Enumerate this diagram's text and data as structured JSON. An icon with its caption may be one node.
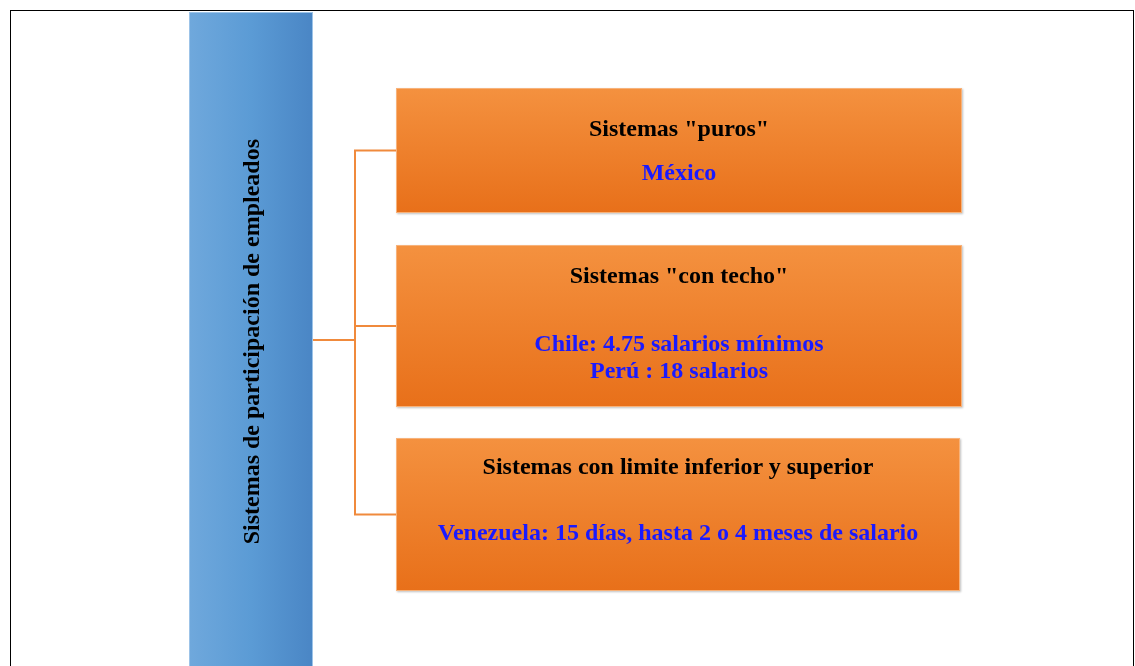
{
  "diagram": {
    "nodes": [
      {
        "text": [
          "Sistemas de participación de empleados"
        ]
      },
      {
        "text": [
          "Sistemas \"puros\"",
          "México"
        ]
      },
      {
        "text": [
          "Sistemas \"con techo\"",
          "Chile: 4.75 salarios mínimos",
          "Perú : 18 salarios"
        ]
      },
      {
        "text": [
          "Sistemas con limite inferior y superior",
          "Venezuela: 15 días,  hasta 2 o 4 meses de salario"
        ]
      }
    ],
    "edges": [
      {
        "from": 0,
        "to": 1,
        "arrow": "none"
      },
      {
        "from": 0,
        "to": 2,
        "arrow": "none"
      },
      {
        "from": 0,
        "to": 3,
        "arrow": "none"
      }
    ]
  }
}
